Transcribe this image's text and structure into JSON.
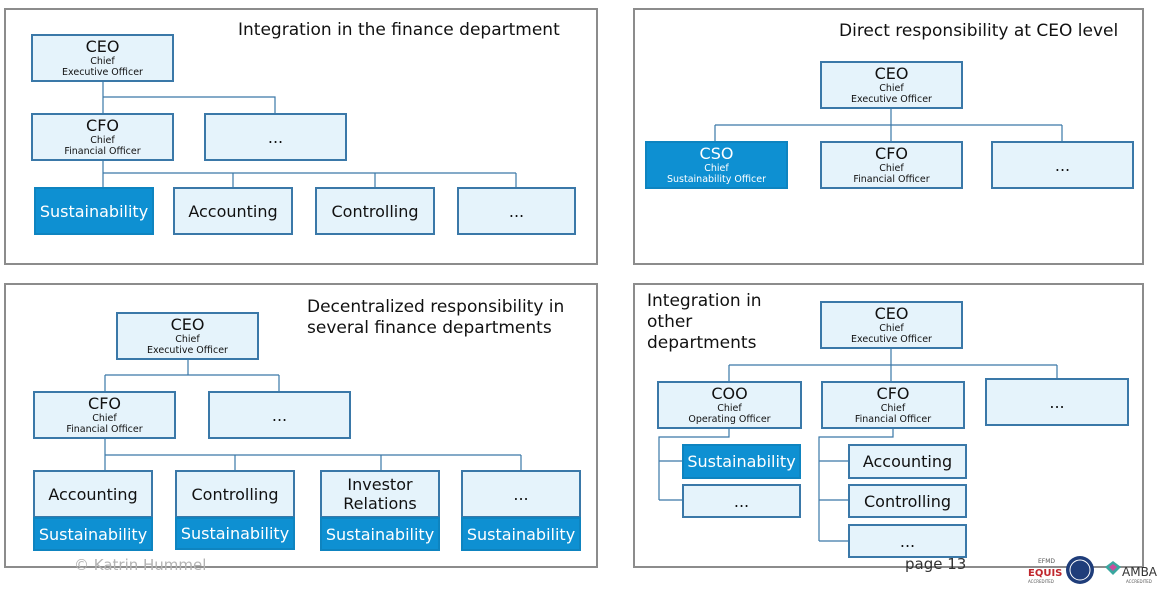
{
  "panels": {
    "p1": {
      "title": "Integration in the finance department",
      "ceo": {
        "abbr": "CEO",
        "l1": "Chief",
        "l2": "Executive Officer"
      },
      "cfo": {
        "abbr": "CFO",
        "l1": "Chief",
        "l2": "Financial Officer"
      },
      "more": "...",
      "units": [
        "Sustainability",
        "Accounting",
        "Controlling",
        "..."
      ]
    },
    "p2": {
      "title": "Direct responsibility at CEO level",
      "ceo": {
        "abbr": "CEO",
        "l1": "Chief",
        "l2": "Executive Officer"
      },
      "cso": {
        "abbr": "CSO",
        "l1": "Chief",
        "l2": "Sustainability Officer"
      },
      "cfo": {
        "abbr": "CFO",
        "l1": "Chief",
        "l2": "Financial Officer"
      },
      "more": "..."
    },
    "p3": {
      "title_line1": "Decentralized responsibility in",
      "title_line2": "several finance departments",
      "ceo": {
        "abbr": "CEO",
        "l1": "Chief",
        "l2": "Executive Officer"
      },
      "cfo": {
        "abbr": "CFO",
        "l1": "Chief",
        "l2": "Financial Officer"
      },
      "more": "...",
      "units": [
        {
          "line1": "Accounting",
          "line2": "",
          "sub": "Sustainability"
        },
        {
          "line1": "Controlling",
          "line2": "",
          "sub": "Sustainability"
        },
        {
          "line1": "Investor",
          "line2": "Relations",
          "sub": "Sustainability"
        },
        {
          "line1": "...",
          "line2": "",
          "sub": "Sustainability"
        }
      ]
    },
    "p4": {
      "title_line1": "Integration in",
      "title_line2": "other",
      "title_line3": "departments",
      "ceo": {
        "abbr": "CEO",
        "l1": "Chief",
        "l2": "Executive Officer"
      },
      "coo": {
        "abbr": "COO",
        "l1": "Chief",
        "l2": "Operating Officer"
      },
      "cfo": {
        "abbr": "CFO",
        "l1": "Chief",
        "l2": "Financial Officer"
      },
      "more": "...",
      "coo_units": [
        "Sustainability",
        "..."
      ],
      "cfo_units": [
        "Accounting",
        "Controlling",
        "..."
      ]
    }
  },
  "footer": {
    "copyright": "© Katrin Hummel",
    "page": "page 13"
  },
  "logos": {
    "efmd": "EFMD",
    "equis": "EQUIS",
    "equis_sub": "ACCREDITED",
    "amba": "AMBA",
    "amba_sub": "ACCREDITED"
  },
  "colors": {
    "box_fill": "#e5f3fb",
    "box_border": "#3a78a8",
    "highlight": "#0e90d2",
    "panel_border": "#8c8c8c"
  }
}
